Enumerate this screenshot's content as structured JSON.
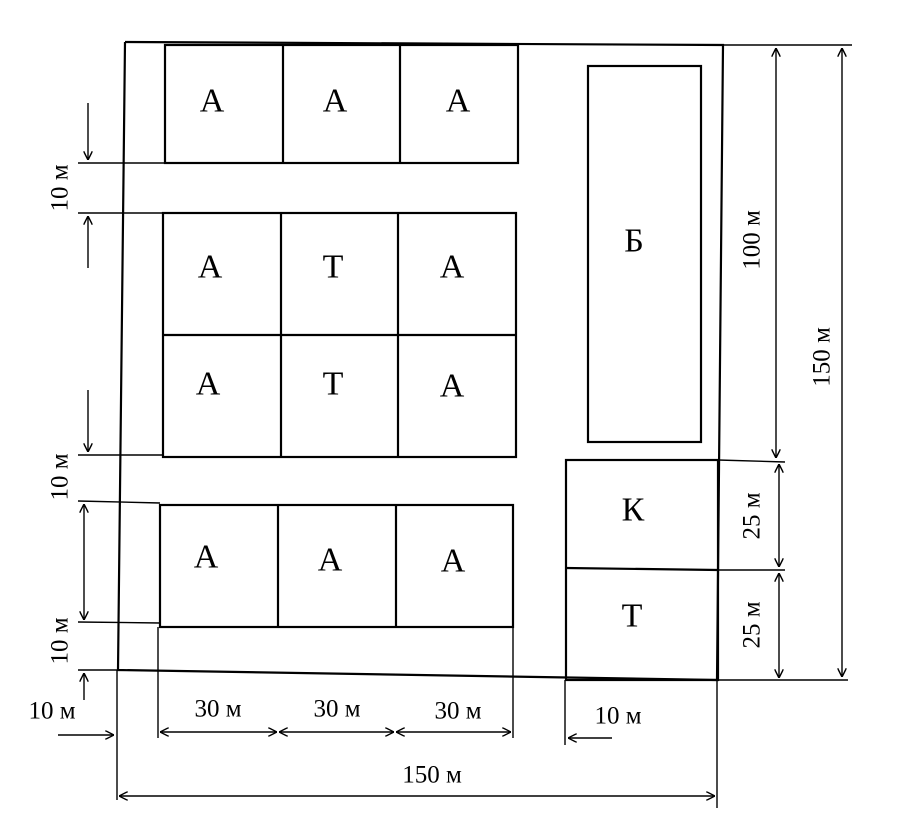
{
  "plots": {
    "row1": [
      "А",
      "А",
      "А"
    ],
    "row2": [
      "А",
      "Т",
      "А"
    ],
    "row3": [
      "А",
      "Т",
      "А"
    ],
    "row4": [
      "А",
      "А",
      "А"
    ]
  },
  "buildings": {
    "b": "Б",
    "k": "К",
    "t": "Т"
  },
  "dimensions": {
    "gap_top": "10 м",
    "gap_middle": "10 м",
    "gap_bottom": "10 м",
    "left_margin": "10 м",
    "plot_width_1": "30 м",
    "plot_width_2": "30 м",
    "plot_width_3": "30 м",
    "right_gap": "10 м",
    "total_width": "150 м",
    "b_height": "100 м",
    "total_height": "150 м",
    "k_height": "25 м",
    "t_height": "25 м"
  }
}
